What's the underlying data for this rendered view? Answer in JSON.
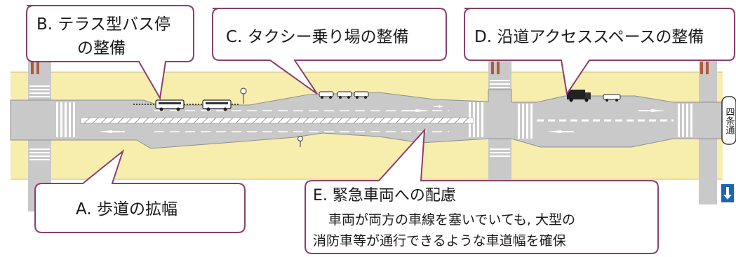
{
  "callouts": {
    "a": {
      "title": "A. 歩道の拡幅"
    },
    "b": {
      "line1": "B. テラス型バス停",
      "line2": "の整備"
    },
    "c": {
      "title": "C. タクシー乗り場の整備"
    },
    "d": {
      "title": "D. 沿道アクセススペースの整備"
    },
    "e": {
      "title": "E. 緊急車両への配慮",
      "line1": "車両が両方の車線を塞いでいても, 大型の",
      "line2": "消防車等が通行できるような車道幅を確保"
    }
  },
  "side_label": {
    "text": "四条通",
    "arrow_icon": "down-arrow-icon"
  },
  "colors": {
    "sidewalk": "#f7eeae",
    "road": "#c9c9c9",
    "callout_border": "#8a3f6e",
    "arrow_sign": "#1f63b6"
  }
}
